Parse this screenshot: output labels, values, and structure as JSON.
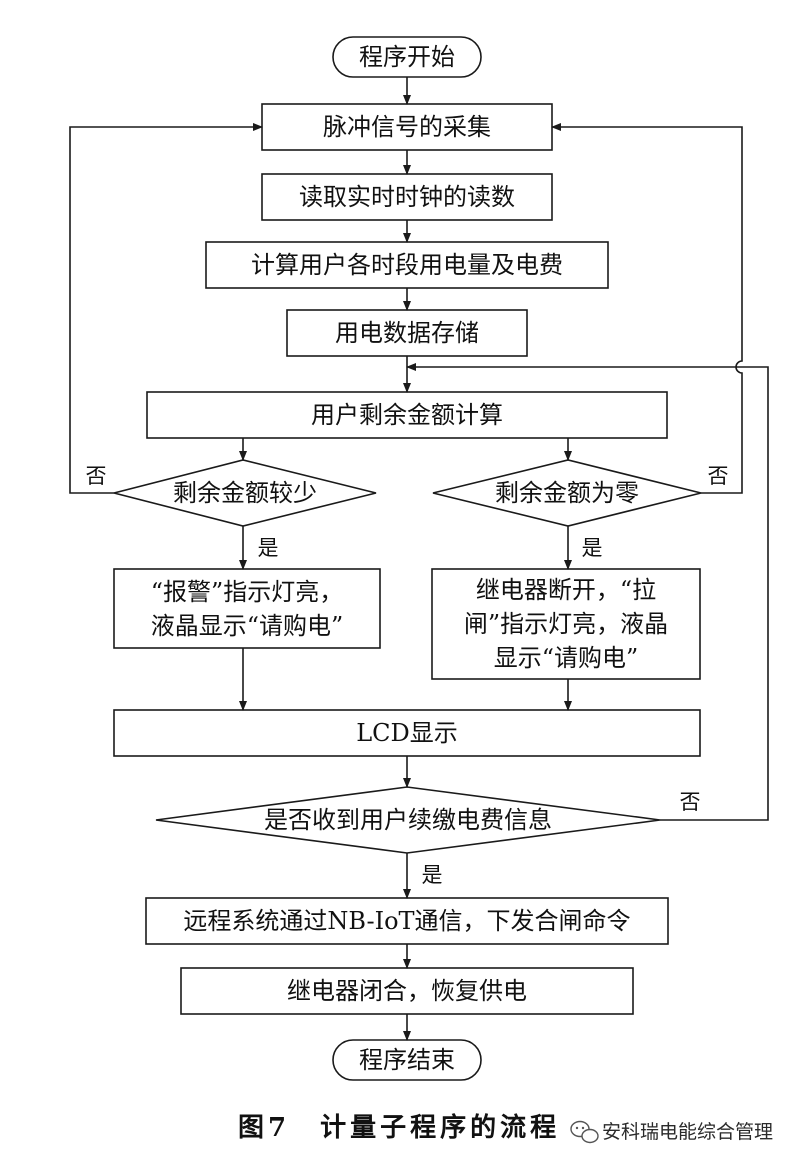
{
  "nodes": {
    "start": "程序开始",
    "collect": "脉冲信号的采集",
    "read_clock": "读取实时时钟的读数",
    "calc_usage": "计算用户各时段用电量及电费",
    "store": "用电数据存储",
    "calc_balance": "用户剩余金额计算",
    "low_balance": "剩余金额较少",
    "zero_balance": "剩余金额为零",
    "alarm_line1": "“报警”指示灯亮，",
    "alarm_line2": "液晶显示“请购电”",
    "relay_line1": "继电器断开，“拉",
    "relay_line2": "闸”指示灯亮，液晶",
    "relay_line3": "显示“请购电”",
    "lcd": "LCD显示",
    "payment_check": "是否收到用户续缴电费信息",
    "remote": "远程系统通过NB-IoT通信，下发合闸命令",
    "relay_close": "继电器闭合，恢复供电",
    "end": "程序结束"
  },
  "branch_labels": {
    "yes": "是",
    "no": "否"
  },
  "caption": "图7　计量子程序的流程",
  "watermark": "安科瑞电能综合管理"
}
